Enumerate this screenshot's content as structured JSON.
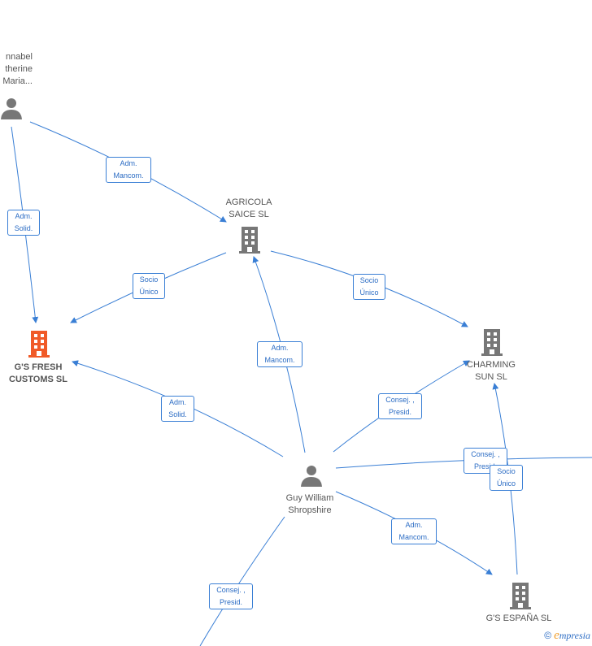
{
  "nodes": {
    "annabel": [
      "nnabel",
      "therine",
      "Maria..."
    ],
    "agricola": [
      "AGRICOLA",
      "SAICE  SL"
    ],
    "gs_fresh": [
      "G'S FRESH",
      "CUSTOMS  SL"
    ],
    "charming": [
      "CHARMING",
      "SUN SL"
    ],
    "guy": [
      "Guy William",
      "Shropshire"
    ],
    "gs_espana": [
      "G'S ESPAÑA SL"
    ]
  },
  "edges": {
    "annabel_agricola": [
      "Adm.",
      "Mancom."
    ],
    "annabel_gsfresh": [
      "Adm.",
      "Solid."
    ],
    "agricola_gsfresh": [
      "Socio",
      "Único"
    ],
    "agricola_charming": [
      "Socio",
      "Único"
    ],
    "guy_agricola": [
      "Adm.",
      "Mancom."
    ],
    "guy_gsfresh": [
      "Adm.",
      "Solid."
    ],
    "guy_charming": [
      "Consej. ,",
      "Presid."
    ],
    "guy_right": [
      "Consej. ,",
      "Presid."
    ],
    "espana_charming": [
      "Socio",
      "Único"
    ],
    "guy_espana": [
      "Adm.",
      "Mancom."
    ],
    "guy_bottom": [
      "Consej. ,",
      "Presid."
    ]
  },
  "colors": {
    "edge": "#3a7fd5",
    "person_icon": "#777777",
    "company_icon": "#777777",
    "main_company_icon": "#f05a28"
  },
  "watermark": {
    "symbol": "©",
    "brand_initial": "e",
    "brand_rest": "mpresia"
  }
}
